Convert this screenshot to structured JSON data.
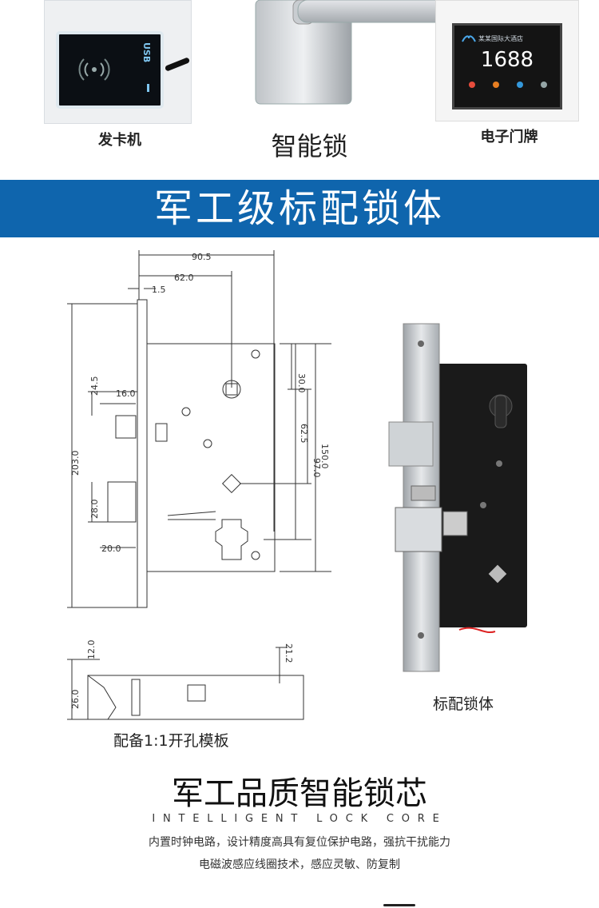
{
  "top_products": {
    "card_reader": {
      "caption": "发卡机",
      "device_text": "USB",
      "icon": "rfid-waves-icon"
    },
    "smart_lock": {
      "caption": "智能锁"
    },
    "door_plate": {
      "caption": "电子门牌",
      "logo_text": "某某国际大酒店",
      "room_number": "1688"
    }
  },
  "banner": {
    "title": "军工级标配锁体",
    "background": "#0f65ad"
  },
  "drawing": {
    "dimensions": {
      "overall_width": "90.5",
      "width_62": "62.0",
      "offset_1_5": "1.5",
      "height_203": "203.0",
      "dim_24_5": "24.5",
      "dim_16": "16.0",
      "dim_28": "28.0",
      "dim_20": "20.0",
      "dim_30": "30.0",
      "dim_62_5": "62.5",
      "dim_97": "97.0",
      "dim_150": "150.0",
      "side_12": "12.0",
      "side_26": "26.0",
      "side_21_2": "21.2"
    },
    "caption": "配备1:1开孔模板"
  },
  "photo": {
    "caption": "标配锁体"
  },
  "core": {
    "title": "军工品质智能锁芯",
    "subtitle": "INTELLIGENT LOCK CORE",
    "desc_line1": "内置时钟电路，设计精度高具有复位保护电路，强抗干扰能力",
    "desc_line2": "电磁波感应线圈技术，感应灵敏、防复制"
  }
}
